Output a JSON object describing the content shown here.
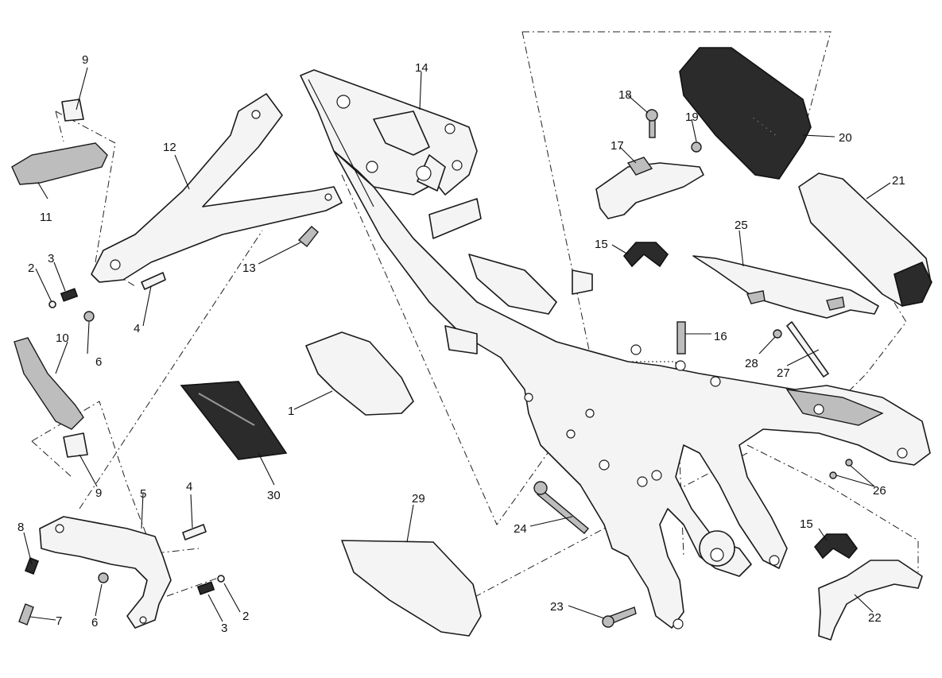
{
  "diagram": {
    "callouts": [
      {
        "id": "c1",
        "label": "1"
      },
      {
        "id": "c2a",
        "label": "2"
      },
      {
        "id": "c2b",
        "label": "2"
      },
      {
        "id": "c3a",
        "label": "3"
      },
      {
        "id": "c3b",
        "label": "3"
      },
      {
        "id": "c4a",
        "label": "4"
      },
      {
        "id": "c4b",
        "label": "4"
      },
      {
        "id": "c5",
        "label": "5"
      },
      {
        "id": "c6a",
        "label": "6"
      },
      {
        "id": "c6b",
        "label": "6"
      },
      {
        "id": "c7",
        "label": "7"
      },
      {
        "id": "c8",
        "label": "8"
      },
      {
        "id": "c9a",
        "label": "9"
      },
      {
        "id": "c9b",
        "label": "9"
      },
      {
        "id": "c10",
        "label": "10"
      },
      {
        "id": "c11",
        "label": "11"
      },
      {
        "id": "c12",
        "label": "12"
      },
      {
        "id": "c13",
        "label": "13"
      },
      {
        "id": "c14",
        "label": "14"
      },
      {
        "id": "c15a",
        "label": "15"
      },
      {
        "id": "c15b",
        "label": "15"
      },
      {
        "id": "c16",
        "label": "16"
      },
      {
        "id": "c17",
        "label": "17"
      },
      {
        "id": "c18",
        "label": "18"
      },
      {
        "id": "c19",
        "label": "19"
      },
      {
        "id": "c20",
        "label": "20"
      },
      {
        "id": "c21",
        "label": "21"
      },
      {
        "id": "c22",
        "label": "22"
      },
      {
        "id": "c23",
        "label": "23"
      },
      {
        "id": "c24",
        "label": "24"
      },
      {
        "id": "c25",
        "label": "25"
      },
      {
        "id": "c26",
        "label": "26"
      },
      {
        "id": "c27",
        "label": "27"
      },
      {
        "id": "c28",
        "label": "28"
      },
      {
        "id": "c29",
        "label": "29"
      },
      {
        "id": "c30",
        "label": "30"
      }
    ]
  }
}
